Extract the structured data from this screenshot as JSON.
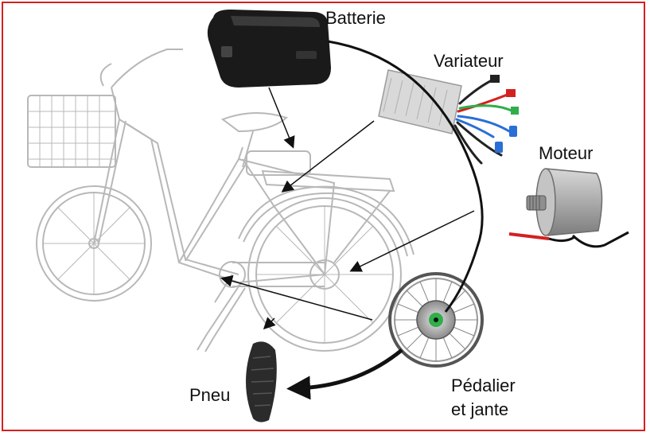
{
  "labels": {
    "batterie": "Batterie",
    "variateur": "Variateur",
    "moteur": "Moteur",
    "pneu": "Pneu",
    "pedalier_line1": "Pédalier",
    "pedalier_line2": "et jante"
  },
  "colors": {
    "frame_border": "#d42020",
    "arrow": "#111111",
    "bike_line": "#b8b8b8",
    "battery": "#1a1a1a",
    "controller": "#d9d9d9",
    "motor": "#a9a9a9",
    "hub_accent": "#2fae4a",
    "wire_blue": "#2a6fd6",
    "wire_red": "#d42020"
  }
}
